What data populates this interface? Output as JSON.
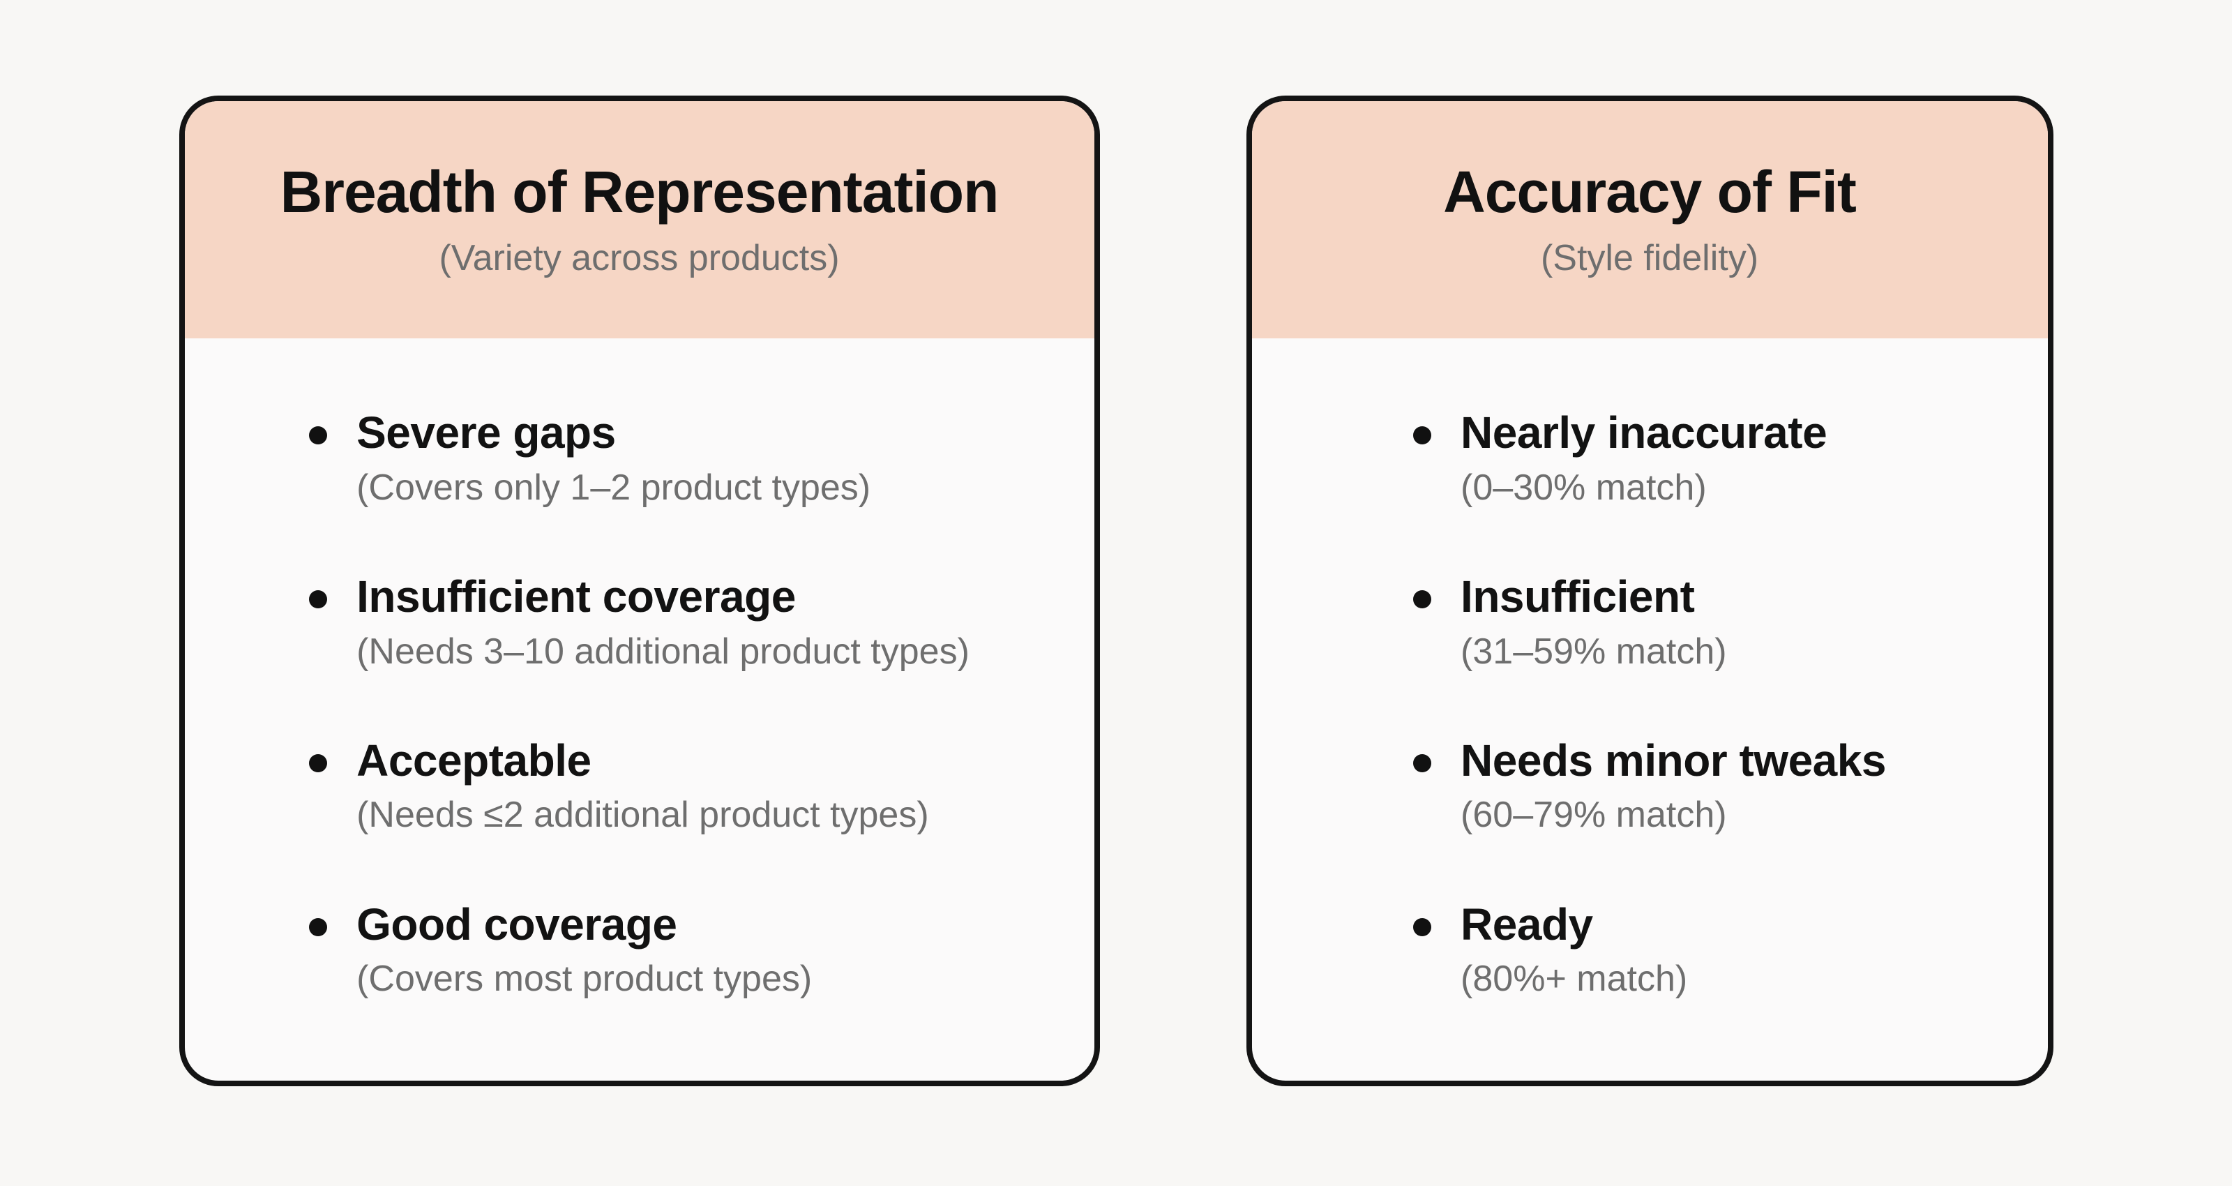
{
  "page": {
    "background_color": "#f8f7f5",
    "card_background_color": "#fbfafa",
    "card_border_color": "#141414",
    "header_background_color": "#f6d6c5",
    "muted_text_color": "#6e6e6e"
  },
  "cards": [
    {
      "title": "Breadth of Representation",
      "subtitle": "(Variety across products)",
      "items": [
        {
          "label": "Severe gaps",
          "detail": "(Covers only 1–2 product types)"
        },
        {
          "label": "Insufficient coverage",
          "detail": "(Needs 3–10 additional product types)"
        },
        {
          "label": "Acceptable",
          "detail": "(Needs ≤2 additional product types)"
        },
        {
          "label": "Good coverage",
          "detail": "(Covers most product types)"
        }
      ]
    },
    {
      "title": "Accuracy of Fit",
      "subtitle": "(Style fidelity)",
      "items": [
        {
          "label": "Nearly inaccurate",
          "detail": "(0–30% match)"
        },
        {
          "label": "Insufficient",
          "detail": "(31–59% match)"
        },
        {
          "label": "Needs minor tweaks",
          "detail": "(60–79% match)"
        },
        {
          "label": "Ready",
          "detail": "(80%+ match)"
        }
      ]
    }
  ]
}
